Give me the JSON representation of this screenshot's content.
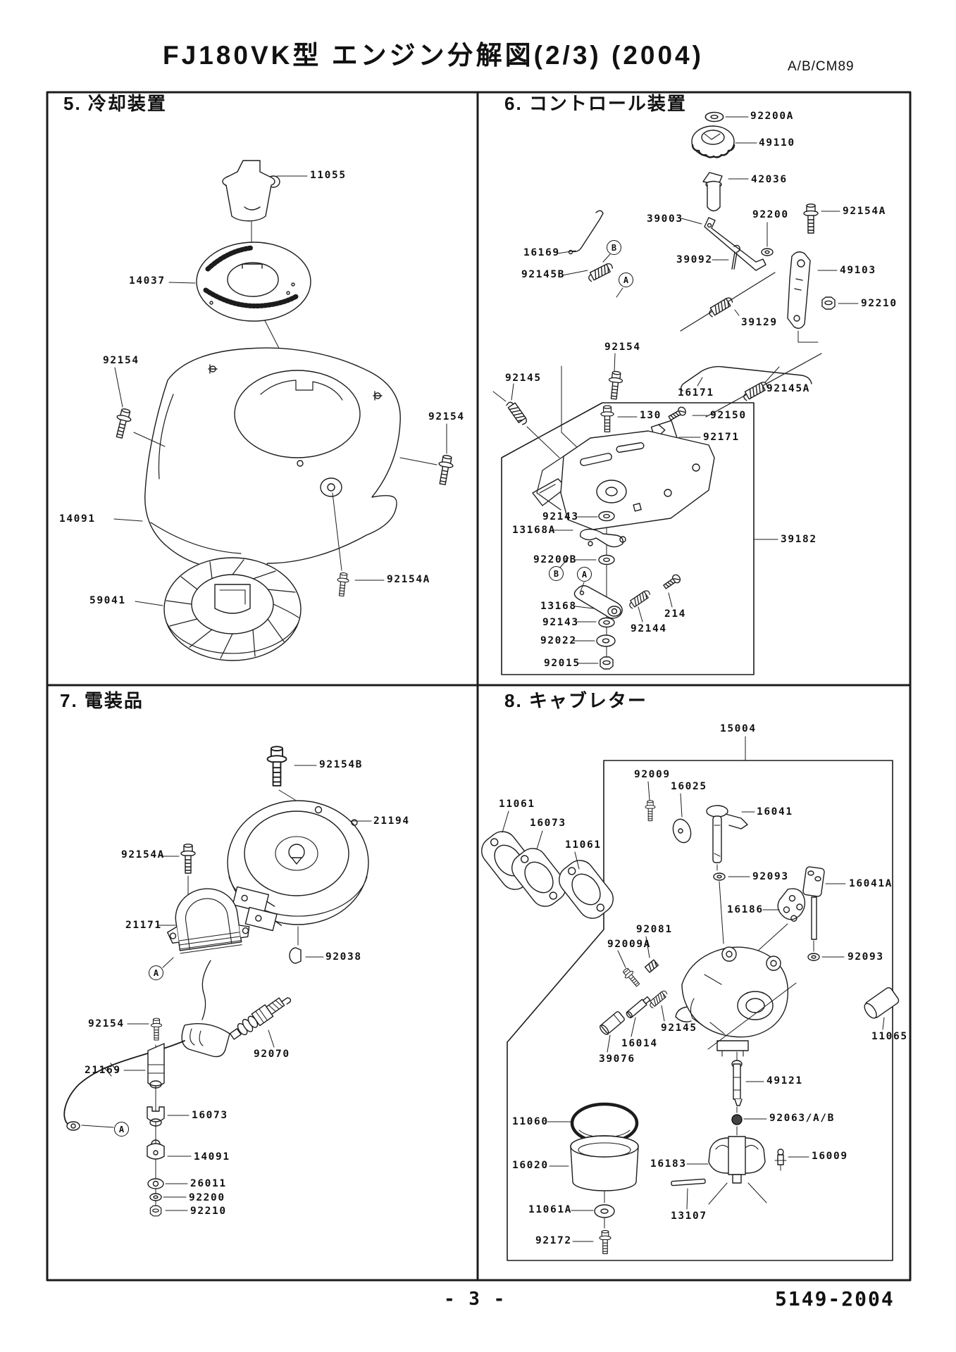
{
  "title": "FJ180VK型 エンジン分解図(2/3) (2004)",
  "doc_code": "A/B/CM89",
  "footer": {
    "page": "- 3 -",
    "doc_number": "5149-2004"
  },
  "callout": {
    "a": "A",
    "b": "B"
  },
  "sections": {
    "cooling": {
      "header": "5. 冷却装置",
      "parts": [
        "11055",
        "14037",
        "92154",
        "92154",
        "14091",
        "92154A",
        "59041"
      ]
    },
    "control": {
      "header": "6. コントロール装置",
      "parts": [
        "92200A",
        "49110",
        "42036",
        "39003",
        "92200",
        "92154A",
        "16169",
        "92145B",
        "39092",
        "49103",
        "92210",
        "39129",
        "92154",
        "92145",
        "16171",
        "92145A",
        "130",
        "92150",
        "92171",
        "92143",
        "13168A",
        "92200B",
        "13168",
        "92143",
        "92022",
        "92015",
        "214",
        "92144",
        "39182"
      ]
    },
    "electrical": {
      "header": "7. 電装品",
      "parts": [
        "92154B",
        "21194",
        "92154A",
        "21171",
        "92038",
        "92154",
        "21169",
        "92070",
        "16073",
        "14091",
        "26011",
        "92200",
        "92210"
      ]
    },
    "carburetor": {
      "header": "8. キャブレター",
      "parts": [
        "15004",
        "92009",
        "16025",
        "16041",
        "11061",
        "16073",
        "11061",
        "92093",
        "16041A",
        "16186",
        "92093",
        "92081",
        "92009A",
        "92145",
        "16014",
        "39076",
        "11065",
        "49121",
        "92063/A/B",
        "16183",
        "16009",
        "11060",
        "16020",
        "11061A",
        "92172",
        "13107"
      ]
    }
  }
}
